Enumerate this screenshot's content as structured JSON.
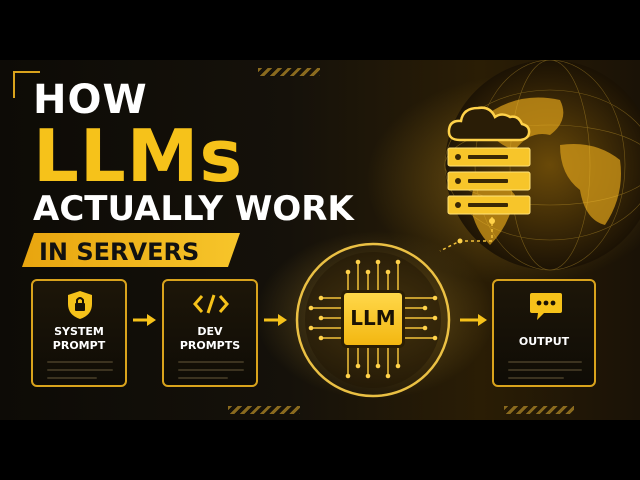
{
  "title": {
    "line1": "HOW",
    "line2": "LLMs",
    "line3": "ACTUALLY WORK",
    "banner": "IN SERVERS"
  },
  "flow": {
    "system_prompt": {
      "line1": "SYSTEM",
      "line2": "PROMPT",
      "icon": "lock-shield-icon"
    },
    "dev_prompts": {
      "line1": "DEV",
      "line2": "PROMPTS",
      "icon": "code-brackets-icon"
    },
    "llm": {
      "label": "LLM",
      "icon": "processor-chip-icon"
    },
    "output": {
      "label": "OUTPUT",
      "icon": "chat-bubble-icon"
    }
  },
  "server": {
    "icons": [
      "cloud-icon",
      "server-rack-icon",
      "globe-icon"
    ]
  },
  "colors": {
    "accent": "#f6c21a",
    "background": "#0d0b06",
    "text": "#ffffff"
  }
}
